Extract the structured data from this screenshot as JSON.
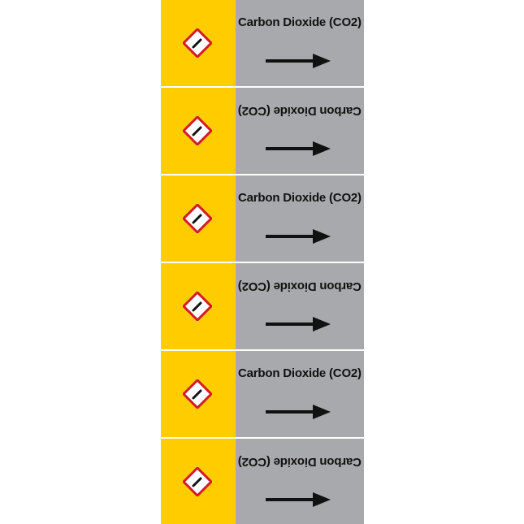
{
  "marker": {
    "colors": {
      "hazard_band": "#FFCC00",
      "text_band": "#A7A9AC",
      "text": "#111111",
      "arrow": "#111111",
      "pictogram_border": "#D7182A"
    },
    "pictogram_icon": "gas-cylinder-icon",
    "arrow_icon": "arrow-right-icon",
    "labels": [
      {
        "text": "Carbon Dioxide (CO2)",
        "orientation": "upright"
      },
      {
        "text": "Carbon Dioxide (CO2)",
        "orientation": "inverted"
      },
      {
        "text": "Carbon Dioxide (CO2)",
        "orientation": "upright"
      },
      {
        "text": "Carbon Dioxide (CO2)",
        "orientation": "inverted"
      },
      {
        "text": "Carbon Dioxide (CO2)",
        "orientation": "upright"
      },
      {
        "text": "Carbon Dioxide (CO2)",
        "orientation": "inverted"
      }
    ]
  }
}
